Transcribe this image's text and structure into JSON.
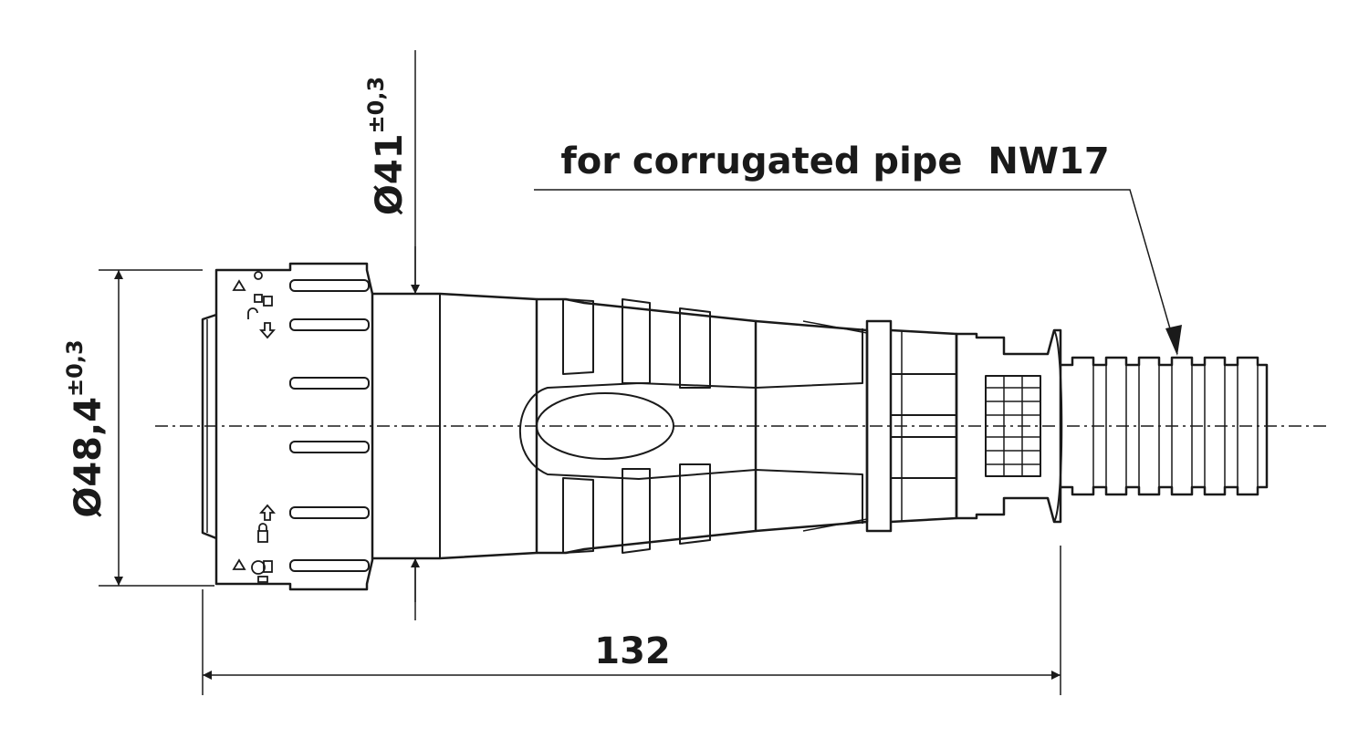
{
  "labels": {
    "diameter_body": "Ø48,4",
    "diameter_body_tol": "±0,3",
    "diameter_neck": "Ø41",
    "diameter_neck_tol": "±0,3",
    "length": "132",
    "callout": "for corrugated pipe  NW17"
  },
  "colors": {
    "line": "#1a1a1a",
    "background": "#ffffff"
  },
  "icons": [
    "lock-open-icon",
    "lock-closed-icon",
    "arrow-down-icon",
    "arrow-up-icon"
  ]
}
